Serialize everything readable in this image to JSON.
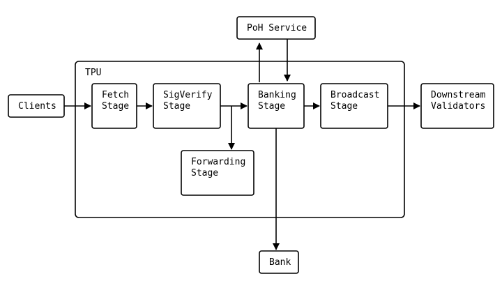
{
  "diagram": {
    "frame_label": "TPU",
    "nodes": {
      "clients": [
        "Clients"
      ],
      "fetch": [
        "Fetch",
        "Stage"
      ],
      "sigverify": [
        "SigVerify",
        "Stage"
      ],
      "banking": [
        "Banking",
        "Stage"
      ],
      "broadcast": [
        "Broadcast",
        "Stage"
      ],
      "downstream": [
        "Downstream",
        "Validators"
      ],
      "forwarding": [
        "Forwarding",
        "Stage"
      ],
      "poh": [
        "PoH Service"
      ],
      "bank": [
        "Bank"
      ]
    },
    "edges": [
      [
        "clients",
        "fetch"
      ],
      [
        "fetch",
        "sigverify"
      ],
      [
        "sigverify",
        "banking"
      ],
      [
        "sigverify",
        "forwarding"
      ],
      [
        "banking",
        "poh"
      ],
      [
        "poh",
        "banking"
      ],
      [
        "banking",
        "broadcast"
      ],
      [
        "broadcast",
        "downstream"
      ],
      [
        "banking",
        "bank"
      ]
    ]
  }
}
